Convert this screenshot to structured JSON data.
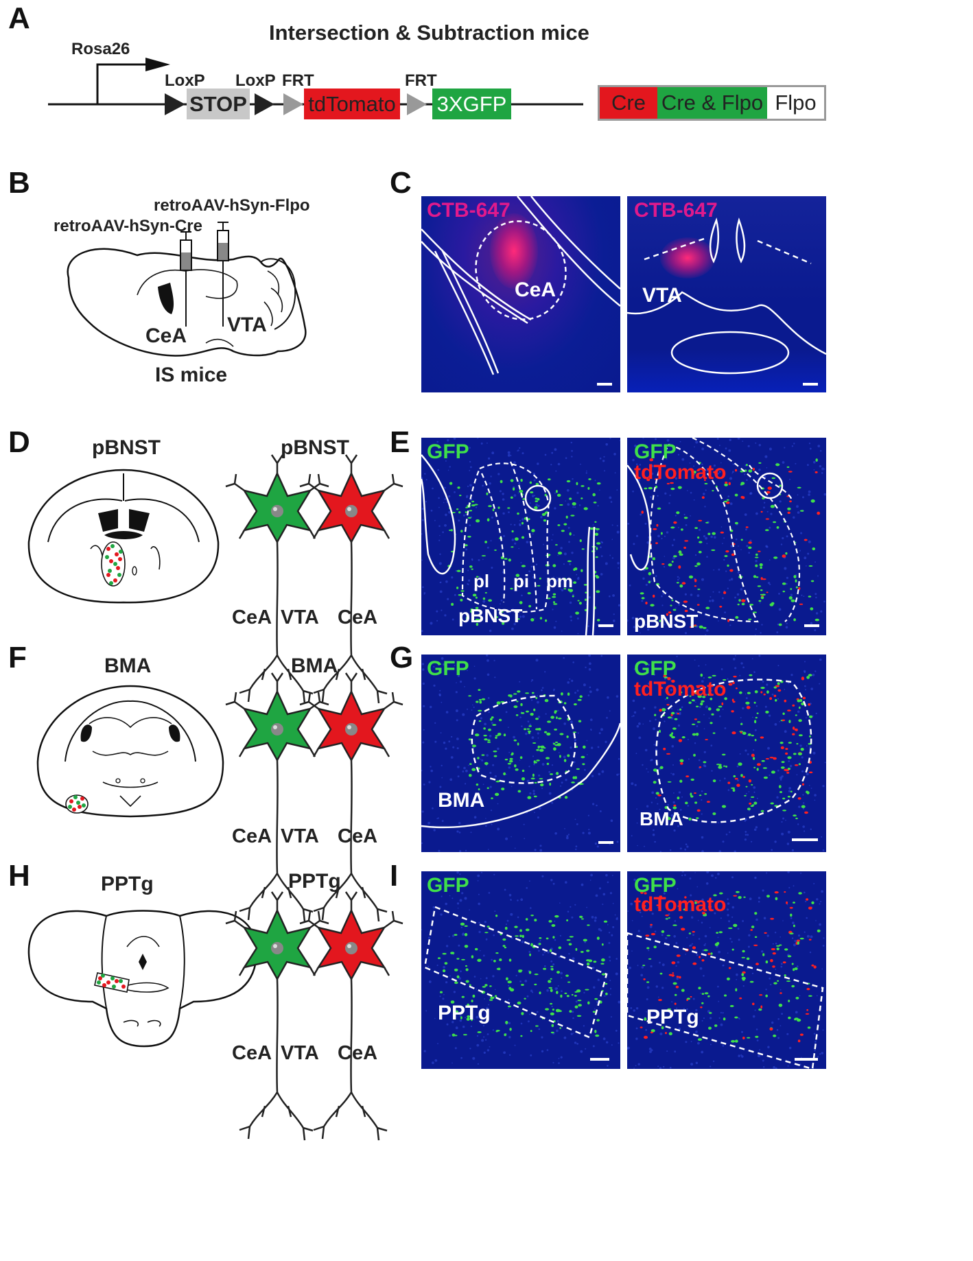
{
  "panels": {
    "A": {
      "letter": "A",
      "title": "Intersection & Subtraction mice",
      "promoter": "Rosa26",
      "loxp1": "LoxP",
      "loxp2": "LoxP",
      "frt1": "FRT",
      "frt2": "FRT",
      "stop": "STOP",
      "tdtomato": "tdTomato",
      "gfp": "3XGFP",
      "legend": {
        "cre": "Cre",
        "both": "Cre & Flpo",
        "flpo": "Flpo"
      }
    },
    "B": {
      "letter": "B",
      "flpo": "retroAAV-hSyn-Flpo",
      "cre": "retroAAV-hSyn-Cre",
      "cea": "CeA",
      "vta": "VTA",
      "mice": "IS mice"
    },
    "C": {
      "letter": "C",
      "left": {
        "stain": "CTB-647",
        "region": "CeA"
      },
      "right": {
        "stain": "CTB-647",
        "region": "VTA"
      }
    },
    "D": {
      "letter": "D",
      "title": "pBNST",
      "neuron_title": "pBNST",
      "proj1": "CeA VTA",
      "proj2": "CeA"
    },
    "E": {
      "letter": "E",
      "left": {
        "stain": "GFP",
        "region": "pBNST",
        "sub1": "pl",
        "sub2": "pi",
        "sub3": "pm"
      },
      "right": {
        "stain1": "GFP",
        "stain2": "tdTomato",
        "region": "pBNST"
      }
    },
    "F": {
      "letter": "F",
      "title": "BMA",
      "neuron_title": "BMA",
      "proj1": "CeA VTA",
      "proj2": "CeA"
    },
    "G": {
      "letter": "G",
      "left": {
        "stain": "GFP",
        "region": "BMA"
      },
      "right": {
        "stain1": "GFP",
        "stain2": "tdTomato",
        "region": "BMA"
      }
    },
    "H": {
      "letter": "H",
      "title": "PPTg",
      "neuron_title": "PPTg",
      "proj1": "CeA VTA",
      "proj2": "CeA"
    },
    "I": {
      "letter": "I",
      "left": {
        "stain": "GFP",
        "region": "PPTg"
      },
      "right": {
        "stain1": "GFP",
        "stain2": "tdTomato",
        "region": "PPTg"
      }
    }
  },
  "colors": {
    "cre_red": "#e3171e",
    "both_green": "#1fa542",
    "stop_gray": "#c8c8c8",
    "micro_blue": "#0a1a8f",
    "gfp_green": "#3fe04a",
    "tomato_red": "#ff2020",
    "ctb_pink": "#e01a8c"
  }
}
